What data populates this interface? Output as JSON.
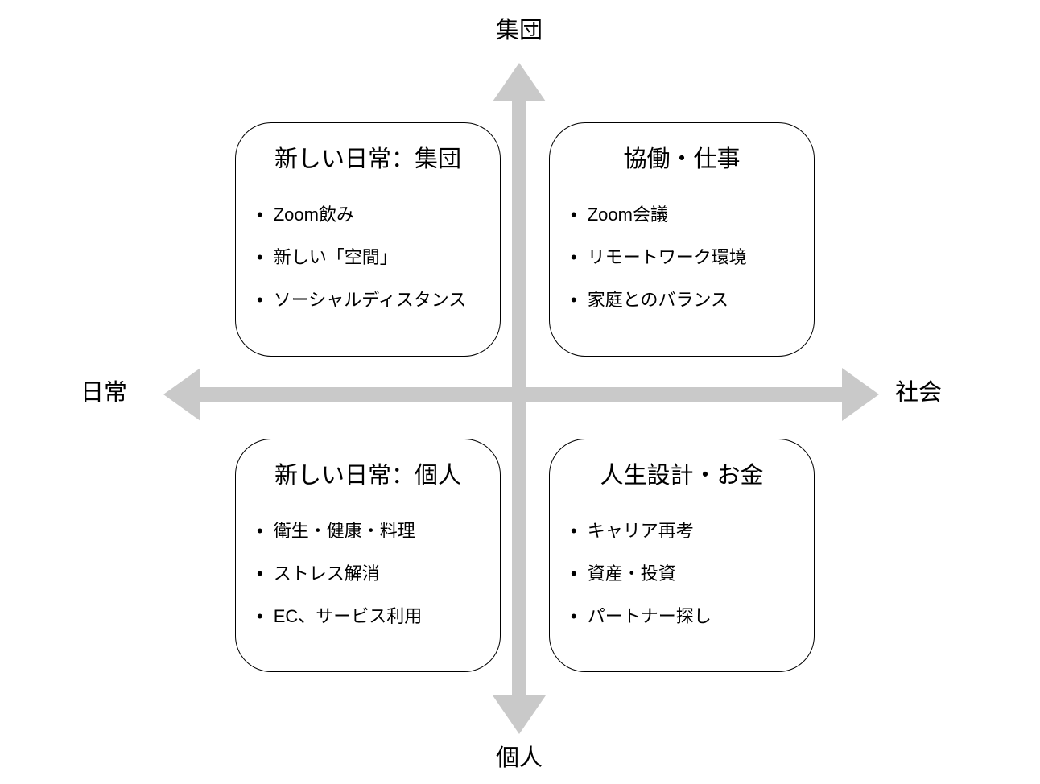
{
  "colors": {
    "axis": "#c9c9c9",
    "text": "#000000",
    "box_border": "#000000",
    "background": "#ffffff"
  },
  "bullet_char": "•",
  "axes": {
    "top": "集団",
    "bottom": "個人",
    "left": "日常",
    "right": "社会"
  },
  "quadrants": [
    {
      "position": "top-left",
      "title": "新しい日常：集団",
      "items": [
        "Zoom飲み",
        "新しい「空間」",
        "ソーシャルディスタンス"
      ]
    },
    {
      "position": "top-right",
      "title": "協働・仕事",
      "items": [
        "Zoom会議",
        "リモートワーク環境",
        "家庭とのバランス"
      ]
    },
    {
      "position": "bottom-left",
      "title": "新しい日常：個人",
      "items": [
        "衛生・健康・料理",
        "ストレス解消",
        "EC、サービス利用"
      ]
    },
    {
      "position": "bottom-right",
      "title": "人生設計・お金",
      "items": [
        "キャリア再考",
        "資産・投資",
        "パートナー探し"
      ]
    }
  ]
}
